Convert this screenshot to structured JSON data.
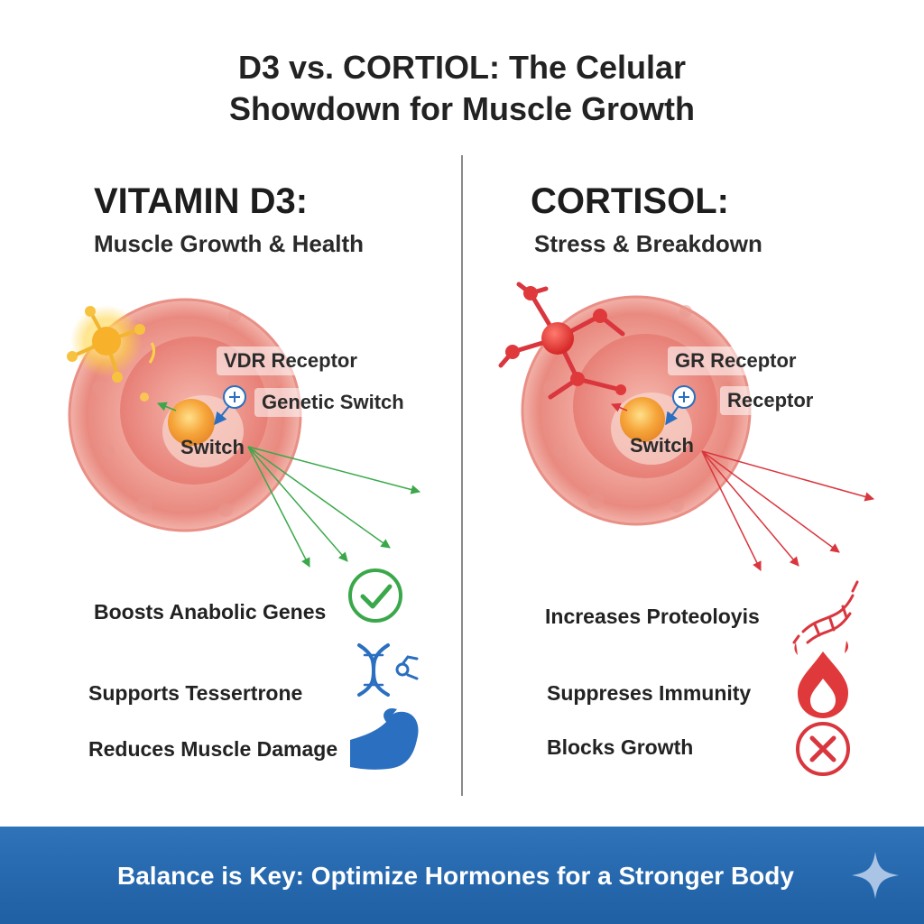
{
  "title": {
    "line1": "D3 vs. CORTIOL: The Celular",
    "line2": "Showdown for Muscle Growth"
  },
  "left_panel": {
    "heading": "VITAMIN D3:",
    "subheading": "Muscle Growth & Health",
    "cell_labels": {
      "receptor": "VDR Receptor",
      "switch_label": "Genetic Switch",
      "nucleus": "Switch"
    },
    "effects": [
      {
        "text": "Boosts Anabolic Genes",
        "icon": "checkmark-circle-icon"
      },
      {
        "text": "Supports Tessertrone",
        "icon": "dna-molecule-icon"
      },
      {
        "text": "Reduces Muscle Damage",
        "icon": "flexed-bicep-icon"
      }
    ],
    "accent_color": "#3aa84a"
  },
  "right_panel": {
    "heading": "CORTISOL:",
    "subheading": "Stress & Breakdown",
    "cell_labels": {
      "receptor": "GR Receptor",
      "switch_label": "Receptor",
      "nucleus": "Switch"
    },
    "effects": [
      {
        "text": "Increases Proteoloyis",
        "icon": "broken-dna-icon"
      },
      {
        "text": "Suppreses Immunity",
        "icon": "flame-drop-icon"
      },
      {
        "text": "Blocks Growth",
        "icon": "x-circle-icon"
      }
    ],
    "accent_color": "#d9363e"
  },
  "banner": {
    "text": "Balance is Key: Optimize Hormones for a Stronger Body",
    "color": "#2468ad"
  }
}
